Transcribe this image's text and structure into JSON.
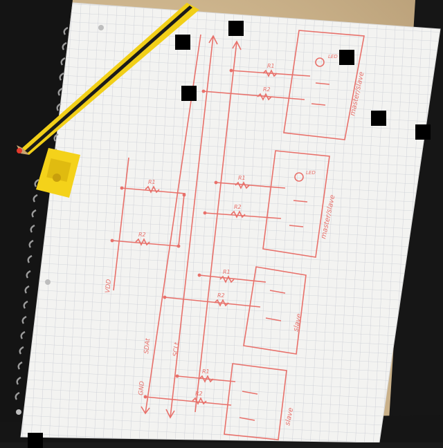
{
  "photo": {
    "subject": "Hand-drawn I2C bus circuit on squared notebook paper",
    "colors": {
      "ink": "#e8706a",
      "paper": "#f3f3f1",
      "grid": "#c9ccd3",
      "pencil_yellow": "#f1cf18",
      "pencil_black": "#1b1b1b",
      "sharpener": "#f4d21a",
      "table": "#d8c29a",
      "background": "#151515"
    }
  },
  "labels": {
    "r1_top": "R1",
    "r2_top": "R2",
    "r1_mid": "R1",
    "r2_mid": "R2",
    "r1_left": "R1",
    "r2_left": "R2",
    "r1_s1": "R1",
    "r2_s1": "R2",
    "r1_s2": "R1",
    "r2_s2": "R2",
    "led_top": "LED",
    "led_mid": "LED",
    "box_top": "master/slave",
    "box_mid": "master/slave",
    "box_s1": "slave",
    "box_s2": "slave",
    "vdd": "VDD",
    "sda": "SDAt",
    "scl": "SCLt",
    "gnd": "GND"
  }
}
